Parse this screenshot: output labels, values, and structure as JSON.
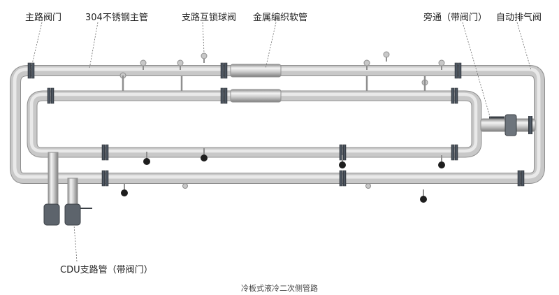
{
  "labels": {
    "main_valve": "主路阀门",
    "main_pipe": "304不锈钢主管",
    "branch_valve": "支路互锁球阀",
    "hose": "金属编织软管",
    "bypass": "旁通（带阀门）",
    "vent_valve": "自动排气阀",
    "cdu_branch": "CDU支路管（带阀门）"
  },
  "caption": "冷板式液冷二次侧管路",
  "colors": {
    "pipe_light": "#e9e9e9",
    "pipe_mid": "#c8c8c8",
    "pipe_dark": "#8f8f8f",
    "flange": "#3a3f45",
    "flange_blue": "#2f4a6a",
    "leader": "#6a6a6a",
    "knob": "#1e1e1e"
  }
}
